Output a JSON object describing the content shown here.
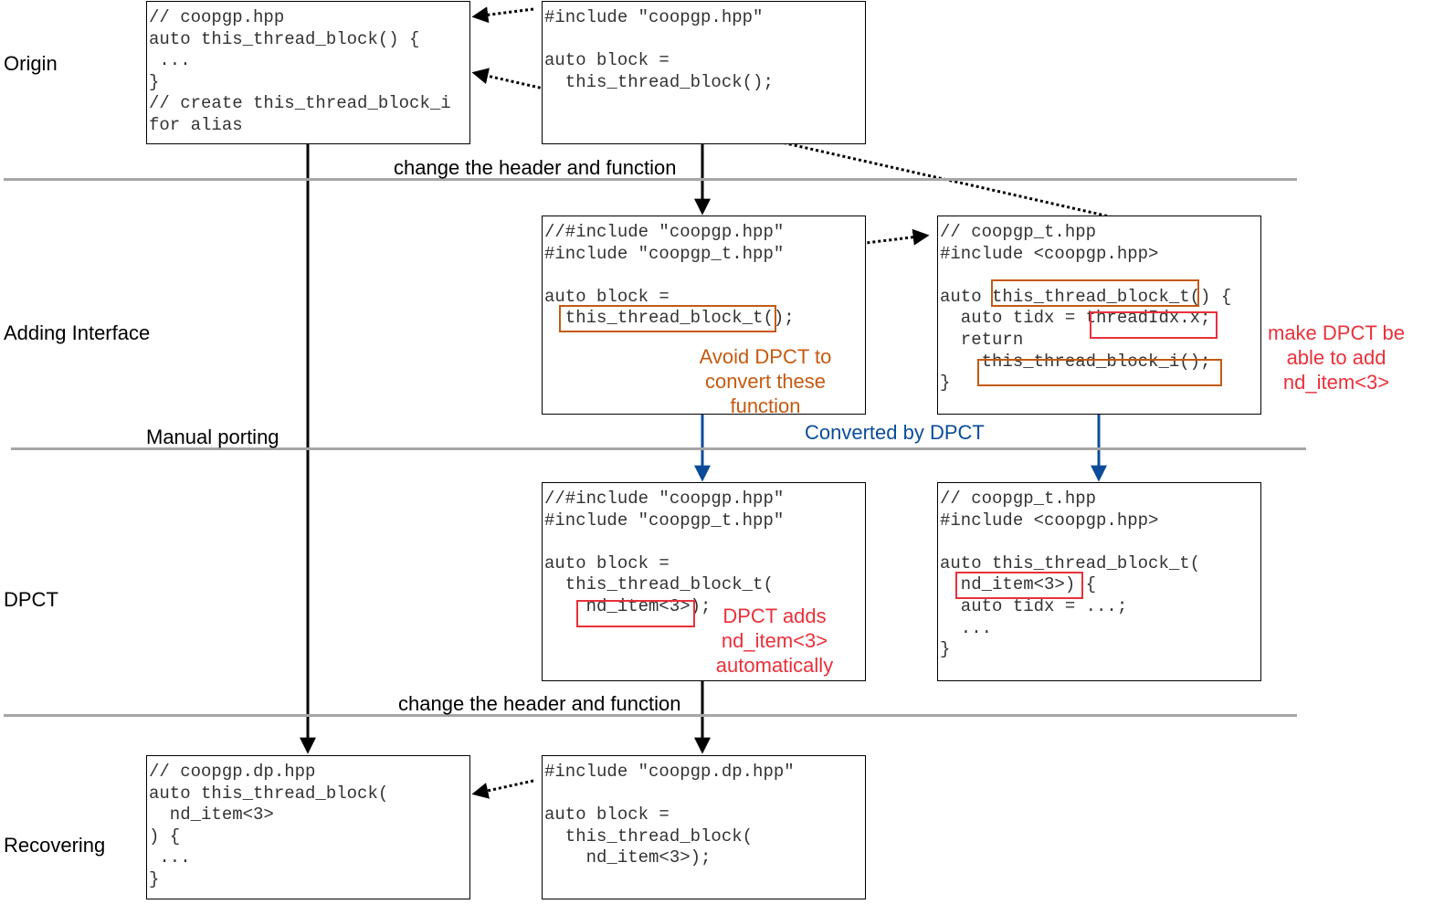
{
  "stages": {
    "origin": "Origin",
    "adding_interface": "Adding Interface",
    "dpct": "DPCT",
    "recovering": "Recovering"
  },
  "boxes": {
    "origin_header": [
      "// coopgp.hpp",
      "auto this_thread_block() {",
      " ...",
      "}",
      "// create this_thread_block_i",
      "for alias"
    ],
    "origin_usage": [
      "#include \"coopgp.hpp\"",
      "",
      "auto block =",
      "  this_thread_block();"
    ],
    "interface_usage": [
      "//#include \"coopgp.hpp\"",
      "#include \"coopgp_t.hpp\"",
      "",
      "auto block =",
      "  this_thread_block_t();"
    ],
    "interface_header": [
      "// coopgp_t.hpp",
      "#include <coopgp.hpp>",
      "",
      "auto this_thread_block_t() {",
      "  auto tidx = threadIdx.x;",
      "  return",
      "    this_thread_block_i();",
      "}"
    ],
    "dpct_usage": [
      "//#include \"coopgp.hpp\"",
      "#include \"coopgp_t.hpp\"",
      "",
      "auto block =",
      "  this_thread_block_t(",
      "    nd_item<3>);"
    ],
    "dpct_header": [
      "// coopgp_t.hpp",
      "#include <coopgp.hpp>",
      "",
      "auto this_thread_block_t(",
      "  nd_item<3>) {",
      "  auto tidx = ...;",
      "  ...",
      "}"
    ],
    "recover_header": [
      "// coopgp.dp.hpp",
      "auto this_thread_block(",
      "  nd_item<3>",
      ") {",
      " ...",
      "}"
    ],
    "recover_usage": [
      "#include \"coopgp.dp.hpp\"",
      "",
      "auto block =",
      "  this_thread_block(",
      "    nd_item<3>);"
    ]
  },
  "labels": {
    "change_header_top": "change the header and function",
    "manual_porting": "Manual porting",
    "converted_by_dpct": "Converted by DPCT",
    "change_header_bottom": "change the header and function"
  },
  "notes": {
    "avoid_dpct": [
      "Avoid DPCT to",
      "convert these",
      "function"
    ],
    "make_dpct": [
      "make DPCT be",
      "able to add",
      "nd_item<3>"
    ],
    "dpct_adds": [
      "DPCT adds",
      "nd_item<3>",
      "automatically"
    ]
  },
  "colors": {
    "orange": "#c55a11",
    "red": "#e8313a",
    "blue": "#0b4c9a",
    "separator": "#a6a6a6"
  }
}
